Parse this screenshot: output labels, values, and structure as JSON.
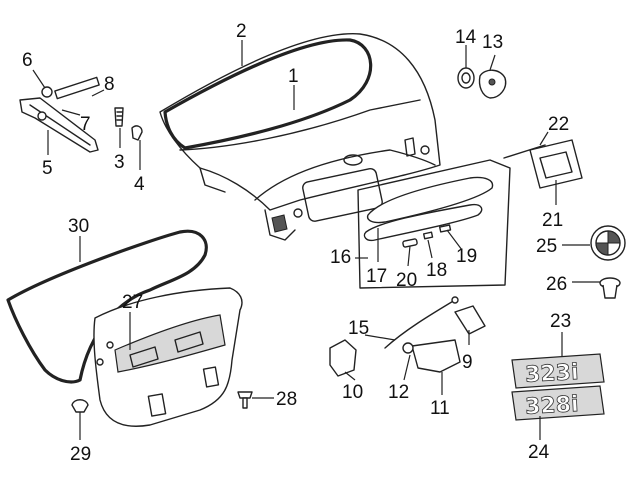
{
  "callouts": {
    "c1": "1",
    "c2": "2",
    "c3": "3",
    "c4": "4",
    "c5": "5",
    "c6": "6",
    "c7": "7",
    "c8": "8",
    "c9": "9",
    "c10": "10",
    "c11": "11",
    "c12": "12",
    "c13": "13",
    "c14": "14",
    "c15": "15",
    "c16": "16",
    "c17": "17",
    "c18": "18",
    "c19": "19",
    "c20": "20",
    "c21": "21",
    "c22": "22",
    "c23": "23",
    "c24": "24",
    "c25": "25",
    "c26": "26",
    "c27": "27",
    "c28": "28",
    "c29": "29",
    "c30": "30"
  },
  "badges": {
    "badge_23": "323i",
    "badge_24": "328i"
  }
}
